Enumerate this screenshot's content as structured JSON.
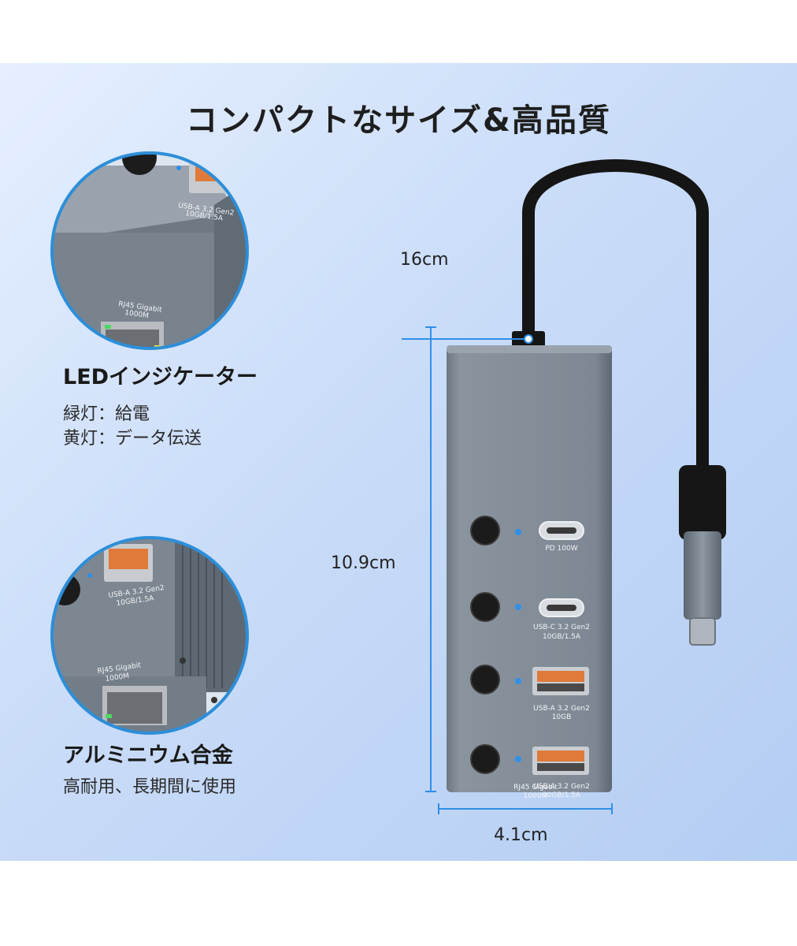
{
  "title": "コンパクトなサイズ&高品質",
  "features": [
    {
      "title": "LEDインジケーター",
      "lines": [
        "緑灯：給電",
        "黄灯：データ伝送"
      ]
    },
    {
      "title": "アルミニウム合金",
      "lines": [
        "高耐用、長期間に使用"
      ]
    }
  ],
  "dimensions": {
    "cable": "16cm",
    "height": "10.9cm",
    "width": "4.1cm"
  },
  "ports": [
    {
      "type": "usb-c",
      "label": [
        "PD 100W"
      ]
    },
    {
      "type": "usb-c",
      "label": [
        "USB-C 3.2 Gen2",
        "10GB/1.5A"
      ]
    },
    {
      "type": "usb-a",
      "label": [
        "USB-A 3.2 Gen2",
        "10GB"
      ]
    },
    {
      "type": "usb-a",
      "label": [
        "USB-A 3.2 Gen2",
        "10GB/1.5A"
      ]
    }
  ],
  "rj45_label": [
    "RJ45 Gigabit",
    "1000M"
  ],
  "zoom1": {
    "usb_label": [
      "USB-A 3.2 Gen2",
      "10GB/1.5A"
    ],
    "rj45_label": [
      "RJ45 Gigabit",
      "1000M"
    ]
  },
  "zoom2": {
    "usb_label": [
      "USB-A 3.2 Gen2",
      "10GB/1.5A"
    ],
    "rj45_label": [
      "RJ45 Gigabit",
      "1000M"
    ]
  },
  "colors": {
    "body": "#7e8894",
    "accent_line": "#3a9ad9",
    "led": "#2f8fe8",
    "usb_a_tongue": "#e07a3a"
  }
}
